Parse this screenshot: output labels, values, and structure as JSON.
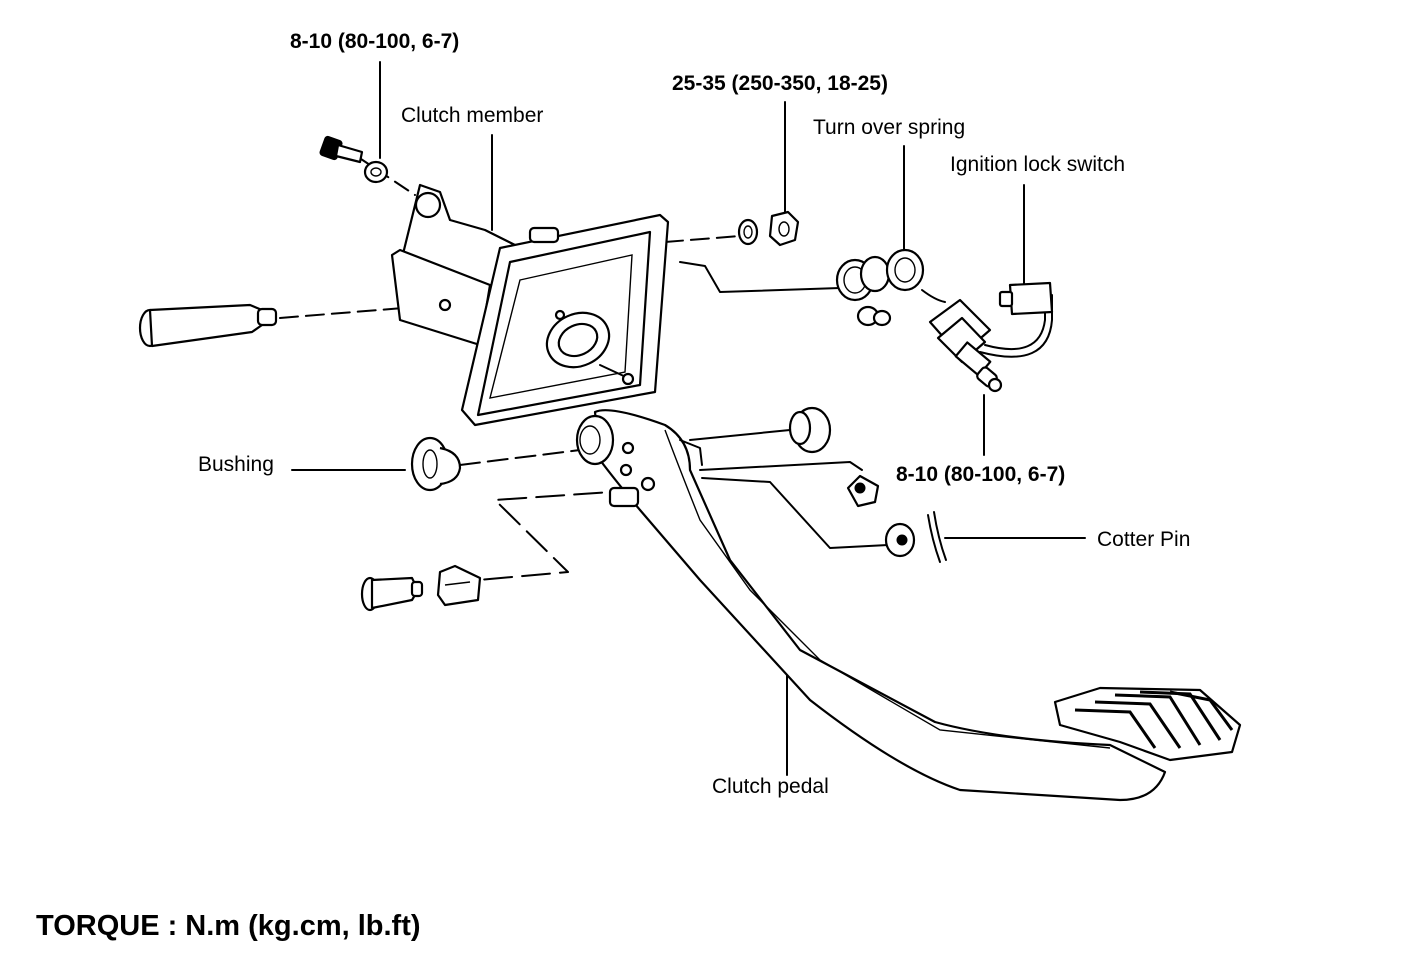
{
  "labels": {
    "torque_top_left": "8-10 (80-100, 6-7)",
    "clutch_member": "Clutch member",
    "torque_top_mid": "25-35 (250-350, 18-25)",
    "turn_over_spring": "Turn over spring",
    "ignition_lock_switch": "Ignition lock switch",
    "bushing": "Bushing",
    "torque_right": "8-10 (80-100, 6-7)",
    "cotter_pin": "Cotter Pin",
    "clutch_pedal": "Clutch pedal"
  },
  "footer": {
    "torque_units": "TORQUE : N.m (kg.cm, lb.ft)"
  }
}
